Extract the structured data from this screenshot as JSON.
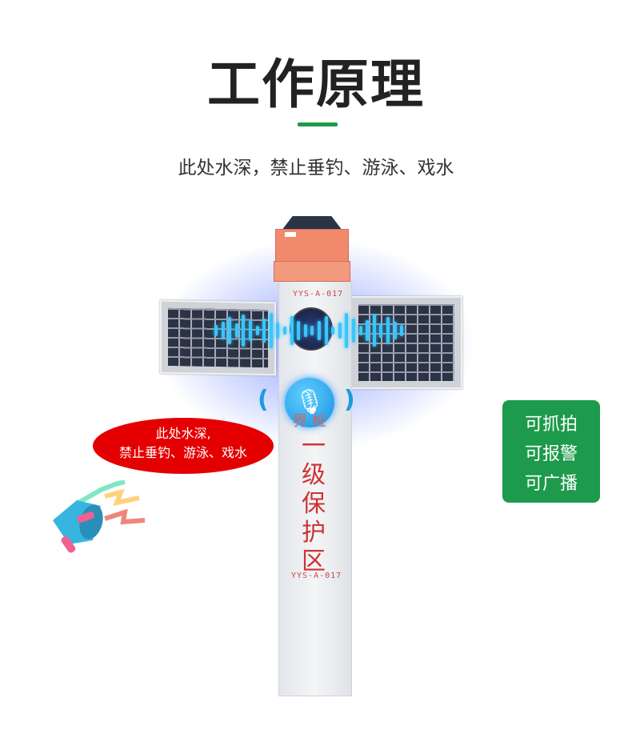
{
  "header": {
    "title": "工作原理",
    "subtitle": "此处水深，禁止垂钓、游泳、戏水",
    "accent_color": "#1f9a47"
  },
  "product": {
    "code_top": "YYS-A-017",
    "code_bottom": "YYS-A-017",
    "marker_label": "界桩",
    "zone_text": [
      "一",
      "级",
      "保",
      "护",
      "区"
    ],
    "mic_icon": "microphone-icon",
    "sound_wave_icon": "sound-wave-icon"
  },
  "speech_bubble": {
    "line1": "此处水深,",
    "line2": "禁止垂钓、游泳、戏水",
    "color": "#e40000"
  },
  "features": {
    "items": [
      "可抓拍",
      "可报警",
      "可广播"
    ],
    "color": "#1d9a4b"
  }
}
